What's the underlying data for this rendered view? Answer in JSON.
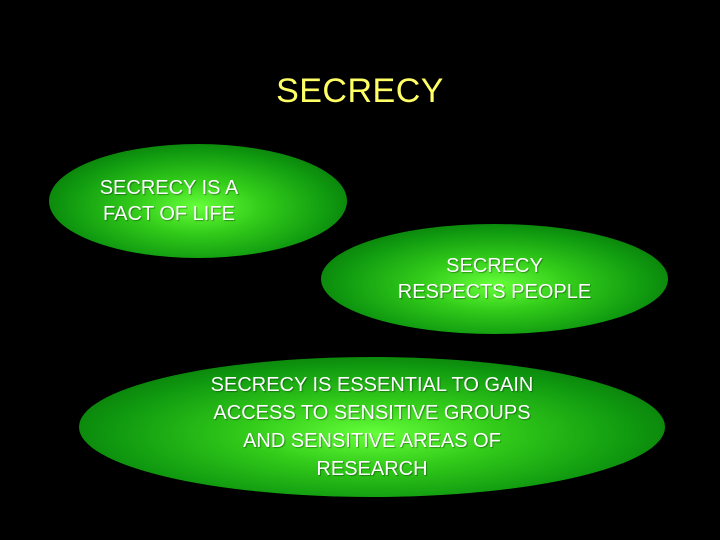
{
  "slide": {
    "title": "SECRECY",
    "ovals": [
      {
        "text": "SECRECY IS A\nFACT OF LIFE"
      },
      {
        "text": "SECRECY\nRESPECTS PEOPLE"
      },
      {
        "text": "SECRECY IS ESSENTIAL TO GAIN\nACCESS TO SENSITIVE GROUPS\nAND SENSITIVE AREAS OF\nRESEARCH"
      }
    ]
  },
  "colors": {
    "background": "#000000",
    "title": "#ffff66",
    "oval_fill": "#33cc1a",
    "oval_text": "#ffffff"
  }
}
